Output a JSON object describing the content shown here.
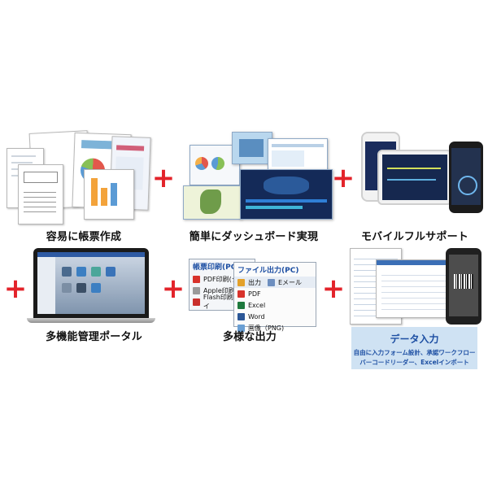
{
  "features": {
    "f1": {
      "caption": "容易に帳票作成"
    },
    "f2": {
      "caption": "簡単にダッシュボード実現"
    },
    "f3": {
      "caption": "モバイルフルサポート"
    },
    "f4": {
      "caption": "多機能管理ポータル"
    },
    "f5": {
      "caption": "多様な出力"
    },
    "f6": {
      "title": "データ入力",
      "line1": "自由に入力フォーム設計、承認ワークフロー",
      "line2": "バーコードリーダー、Excelインポート"
    }
  },
  "plus_symbol": "+",
  "output_menu": {
    "left_title": "帳票印刷(PC)",
    "left_items": [
      "PDF印刷(クライ",
      "Apple印刷",
      "Flash印刷(クライ"
    ],
    "right_title": "ファイル出力(PC)",
    "right_toolbar": [
      "出力",
      "Eメール"
    ],
    "right_items": [
      "PDF",
      "Excel",
      "Word",
      "画像（PNG)"
    ]
  },
  "colors": {
    "plus": "#e3232a",
    "data_entry_bg": "#cfe2f3",
    "data_entry_text": "#1d4fa3"
  }
}
